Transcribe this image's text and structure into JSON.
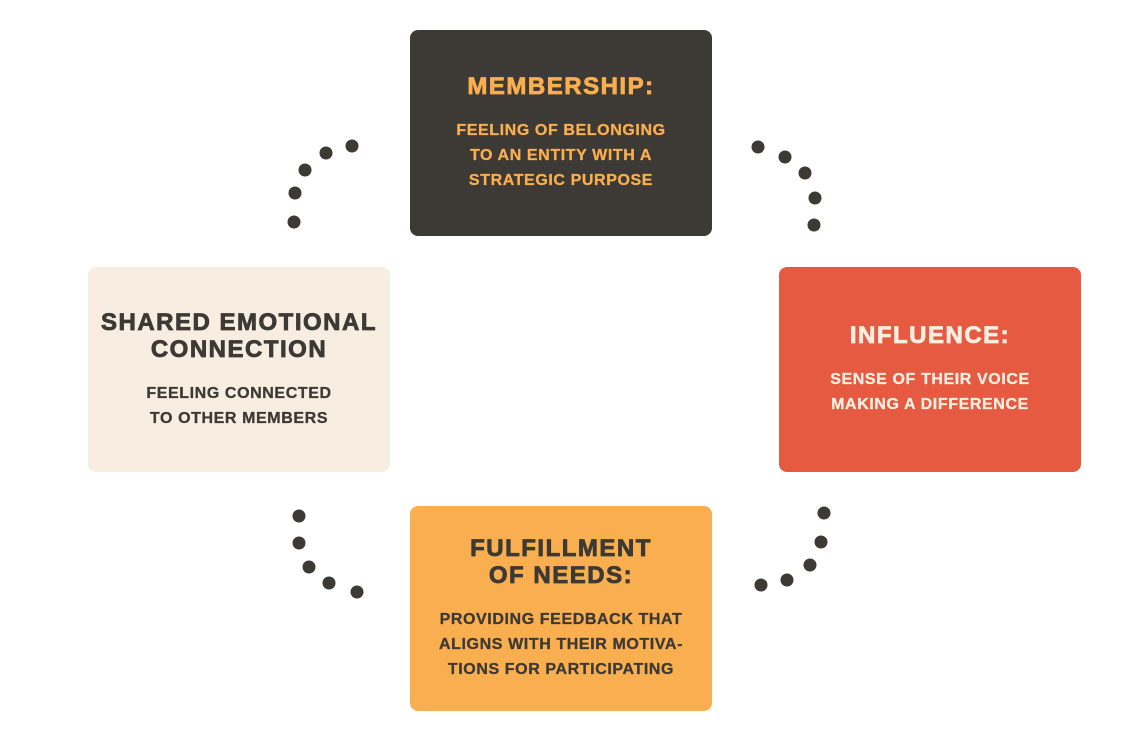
{
  "colors": {
    "dark": "#3d3935",
    "orange": "#f9ae4f",
    "red": "#e55a40",
    "cream": "#f7eee1"
  },
  "boxes": {
    "membership": {
      "title": "Membership:",
      "lines": [
        "Feeling of belonging",
        "to an entity with a",
        "strategic purpose"
      ]
    },
    "shared": {
      "title_lines": [
        "Shared emotional",
        "connection"
      ],
      "lines": [
        "Feeling connected",
        "to other members"
      ]
    },
    "influence": {
      "title": "Influence:",
      "lines": [
        "Sense of their voice",
        "making a difference"
      ]
    },
    "fulfillment": {
      "title_lines": [
        "Fulfillment",
        "of needs:"
      ],
      "lines": [
        "Providing feedback that",
        "aligns with their motiva-",
        "tions for participating"
      ]
    }
  }
}
